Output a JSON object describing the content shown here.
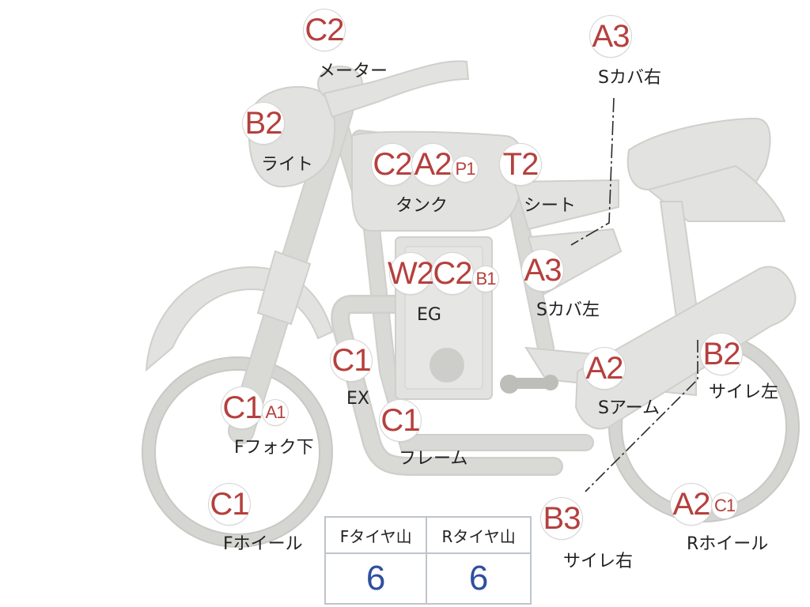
{
  "colors": {
    "badge_text": "#b5403d",
    "value_text": "#2f4f9e",
    "bike_fill": "#e2e2e0"
  },
  "badges": [
    {
      "id": "meter-c2",
      "text": "C2"
    },
    {
      "id": "light-b2",
      "text": "B2"
    },
    {
      "id": "tank-c2",
      "text": "C2"
    },
    {
      "id": "tank-a2",
      "text": "A2"
    },
    {
      "id": "tank-p1",
      "text": "P1"
    },
    {
      "id": "seat-t2",
      "text": "T2"
    },
    {
      "id": "scover-right-a3",
      "text": "A3"
    },
    {
      "id": "scover-left-a3",
      "text": "A3"
    },
    {
      "id": "eg-w2",
      "text": "W2"
    },
    {
      "id": "eg-c2",
      "text": "C2"
    },
    {
      "id": "eg-b1",
      "text": "B1"
    },
    {
      "id": "ex-c1",
      "text": "C1"
    },
    {
      "id": "ffork-c1",
      "text": "C1"
    },
    {
      "id": "ffork-a1",
      "text": "A1"
    },
    {
      "id": "frame-c1",
      "text": "C1"
    },
    {
      "id": "fwheel-c1",
      "text": "C1"
    },
    {
      "id": "sarm-a2",
      "text": "A2"
    },
    {
      "id": "muffler-left-b2",
      "text": "B2"
    },
    {
      "id": "muffler-right-b3",
      "text": "B3"
    },
    {
      "id": "rwheel-a2",
      "text": "A2"
    },
    {
      "id": "rwheel-c1",
      "text": "C1"
    }
  ],
  "labels": [
    {
      "id": "meter",
      "text": "メーター"
    },
    {
      "id": "light",
      "text": "ライト"
    },
    {
      "id": "tank",
      "text": "タンク"
    },
    {
      "id": "seat",
      "text": "シート"
    },
    {
      "id": "scover-right",
      "text": "Sカバ右"
    },
    {
      "id": "scover-left",
      "text": "Sカバ左"
    },
    {
      "id": "eg",
      "text": "EG"
    },
    {
      "id": "ex",
      "text": "EX"
    },
    {
      "id": "ffork",
      "text": "Fフォク下"
    },
    {
      "id": "frame",
      "text": "フレーム"
    },
    {
      "id": "fwheel",
      "text": "Fホイール"
    },
    {
      "id": "sarm",
      "text": "Sアーム"
    },
    {
      "id": "muffler-left",
      "text": "サイレ左"
    },
    {
      "id": "muffler-right",
      "text": "サイレ右"
    },
    {
      "id": "rwheel",
      "text": "Rホイール"
    }
  ],
  "tire_tread": {
    "front_header": "Fタイヤ山",
    "rear_header": "Rタイヤ山",
    "front_value": "6",
    "rear_value": "6"
  }
}
